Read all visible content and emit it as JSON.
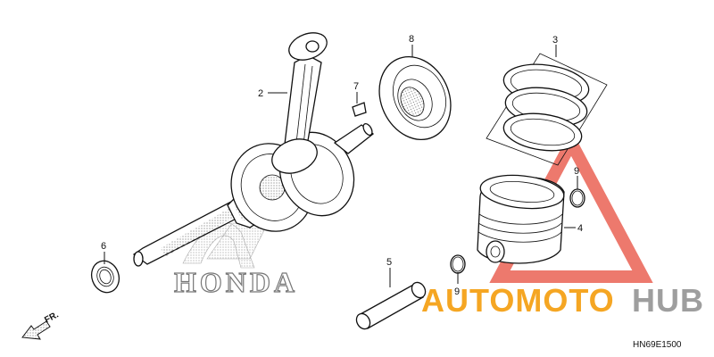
{
  "callouts": {
    "c2": "2",
    "c3": "3",
    "c4": "4",
    "c5": "5",
    "c6": "6",
    "c7": "7",
    "c8": "8",
    "c9a": "9",
    "c9b": "9"
  },
  "brand_mark": "HONDA",
  "front_label": "FR.",
  "diagram_code": "HN69E1500",
  "watermark": {
    "part1": "AUTOMOTO",
    "part2": "HUB",
    "color_primary": "#f5a623",
    "color_secondary": "#9e9e9e",
    "triangle_color": "#e53935"
  }
}
